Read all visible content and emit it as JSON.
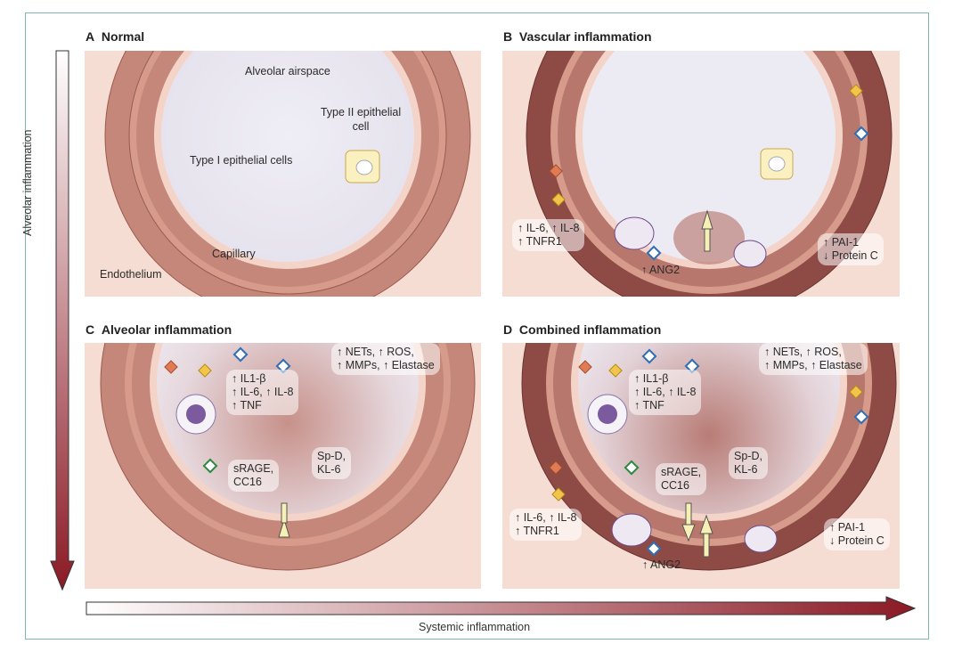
{
  "panels": {
    "a": {
      "letter": "A",
      "title": "Normal",
      "labels": {
        "airspace": "Alveolar airspace",
        "type2": "Type II epithelial cell",
        "type1": "Type I epithelial cells",
        "capillary": "Capillary",
        "endothelium": "Endothelium"
      }
    },
    "b": {
      "letter": "B",
      "title": "Vascular inflammation",
      "labels": {
        "il6": "↑ IL-6, ↑ IL-8",
        "tnfr1": "↑ TNFR1",
        "ang2": "↑ ANG2",
        "pai1": "↑ PAI-1",
        "proteinc": "↓ Protein C"
      }
    },
    "c": {
      "letter": "C",
      "title": "Alveolar inflammation",
      "labels": {
        "il1": "↑ IL1-β",
        "il6": "↑ IL-6, ↑ IL-8",
        "tnf": "↑ TNF",
        "nets": "↑ NETs, ↑ ROS,",
        "mmps": "↑ MMPs, ↑ Elastase",
        "spd": "Sp-D,",
        "kl6": "KL-6",
        "srage": "sRAGE,",
        "cc16": "CC16"
      }
    },
    "d": {
      "letter": "D",
      "title": "Combined inflammation",
      "labels": {
        "il1": "↑ IL1-β",
        "il6": "↑ IL-6, ↑ IL-8",
        "tnf": "↑ TNF",
        "nets": "↑ NETs, ↑ ROS,",
        "mmps": "↑ MMPs, ↑ Elastase",
        "spd": "Sp-D,",
        "kl6": "KL-6",
        "srage": "sRAGE,",
        "cc16": "CC16",
        "il6b": "↑ IL-6, ↑ IL-8",
        "tnfr1": "↑ TNFR1",
        "ang2": "↑ ANG2",
        "pai1": "↑ PAI-1",
        "proteinc": "↓ Protein C"
      }
    }
  },
  "axes": {
    "vertical": "Alveolar inflammation",
    "horizontal": "Systemic inflammation"
  },
  "colors": {
    "frame": "#7fb8ad",
    "tissue": "#f6ddd3",
    "wall": "#c48779",
    "wall_dark": "#8e4a45",
    "airspace": "#ecebf3",
    "arrow_dark": "#8b1a25",
    "cell_yellow": "#fbf0c0",
    "diamond_blue": "#2f6db5",
    "diamond_orange": "#e07b55",
    "diamond_yellow": "#f2c54a",
    "diamond_green": "#2b8a3e"
  }
}
